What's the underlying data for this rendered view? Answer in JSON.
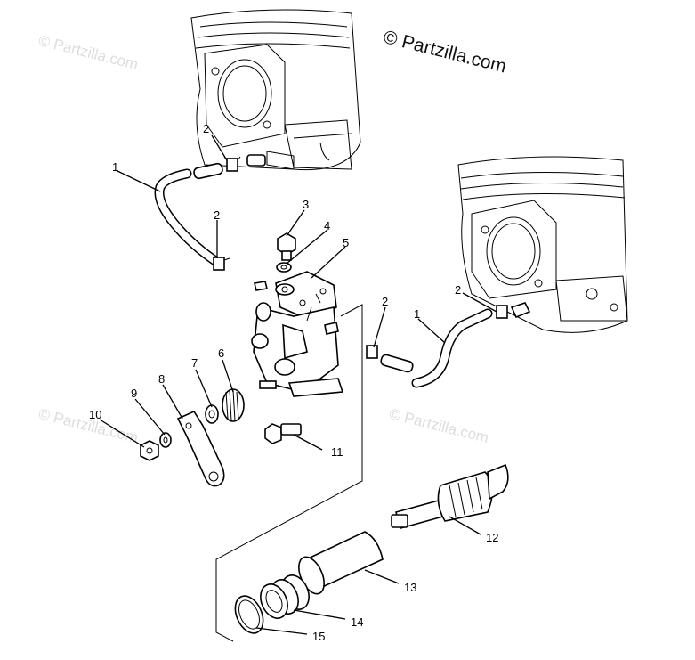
{
  "watermarks": {
    "top_left": "© Partzilla.com",
    "bottom_left": "© Partzilla.com",
    "bottom_right": "© Partzilla.com"
  },
  "copyright": "© Partzilla.com",
  "callouts": [
    "1",
    "2",
    "3",
    "4",
    "5",
    "2",
    "2",
    "1",
    "2",
    "6",
    "7",
    "8",
    "9",
    "10",
    "11",
    "12",
    "13",
    "14",
    "15"
  ]
}
